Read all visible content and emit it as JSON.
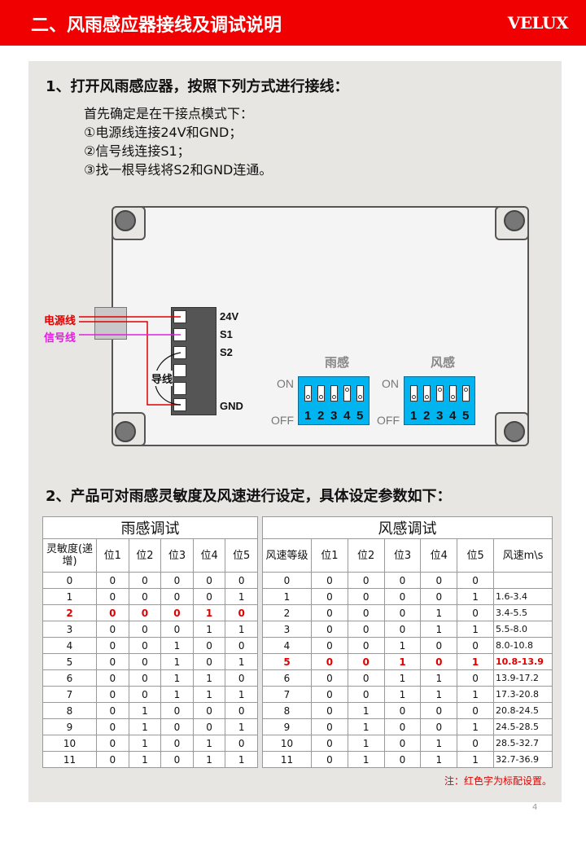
{
  "header": {
    "title": "二、风雨感应器接线及调试说明",
    "logo": "VELUX"
  },
  "section1": {
    "title": "1、打开风雨感应器，按照下列方式进行接线：",
    "steps": [
      "首先确定是在干接点模式下：",
      "①电源线连接24V和GND；",
      "②信号线连接S1；",
      "③找一根导线将S2和GND连通。"
    ]
  },
  "diagram": {
    "power_wire": "电源线",
    "signal_wire": "信号线",
    "jumper": "导线",
    "terminals": [
      "24V",
      "S1",
      "S2",
      "GND"
    ],
    "rain_label": "雨感",
    "wind_label": "风感",
    "on": "ON",
    "off": "OFF",
    "dip_numbers": [
      "1",
      "2",
      "3",
      "4",
      "5"
    ],
    "rain_switches": [
      0,
      0,
      0,
      1,
      0
    ],
    "wind_switches": [
      0,
      0,
      1,
      0,
      1
    ],
    "colors": {
      "power": "#e00000",
      "signal": "#e020e0"
    }
  },
  "section2": {
    "title": "2、产品可对雨感灵敏度及风速进行设定，具体设定参数如下："
  },
  "rain_table": {
    "title": "雨感调试",
    "headers": [
      "灵敏度(递增)",
      "位1",
      "位2",
      "位3",
      "位4",
      "位5"
    ],
    "highlight_row": 2,
    "rows": [
      [
        "0",
        "0",
        "0",
        "0",
        "0",
        "0"
      ],
      [
        "1",
        "0",
        "0",
        "0",
        "0",
        "1"
      ],
      [
        "2",
        "0",
        "0",
        "0",
        "1",
        "0"
      ],
      [
        "3",
        "0",
        "0",
        "0",
        "1",
        "1"
      ],
      [
        "4",
        "0",
        "0",
        "1",
        "0",
        "0"
      ],
      [
        "5",
        "0",
        "0",
        "1",
        "0",
        "1"
      ],
      [
        "6",
        "0",
        "0",
        "1",
        "1",
        "0"
      ],
      [
        "7",
        "0",
        "0",
        "1",
        "1",
        "1"
      ],
      [
        "8",
        "0",
        "1",
        "0",
        "0",
        "0"
      ],
      [
        "9",
        "0",
        "1",
        "0",
        "0",
        "1"
      ],
      [
        "10",
        "0",
        "1",
        "0",
        "1",
        "0"
      ],
      [
        "11",
        "0",
        "1",
        "0",
        "1",
        "1"
      ]
    ]
  },
  "wind_table": {
    "title": "风感调试",
    "headers": [
      "风速等级",
      "位1",
      "位2",
      "位3",
      "位4",
      "位5",
      "风速m\\s"
    ],
    "highlight_row": 5,
    "rows": [
      [
        "0",
        "0",
        "0",
        "0",
        "0",
        "0",
        ""
      ],
      [
        "1",
        "0",
        "0",
        "0",
        "0",
        "1",
        "1.6-3.4"
      ],
      [
        "2",
        "0",
        "0",
        "0",
        "1",
        "0",
        "3.4-5.5"
      ],
      [
        "3",
        "0",
        "0",
        "0",
        "1",
        "1",
        "5.5-8.0"
      ],
      [
        "4",
        "0",
        "0",
        "1",
        "0",
        "0",
        "8.0-10.8"
      ],
      [
        "5",
        "0",
        "0",
        "1",
        "0",
        "1",
        "10.8-13.9"
      ],
      [
        "6",
        "0",
        "0",
        "1",
        "1",
        "0",
        "13.9-17.2"
      ],
      [
        "7",
        "0",
        "0",
        "1",
        "1",
        "1",
        "17.3-20.8"
      ],
      [
        "8",
        "0",
        "1",
        "0",
        "0",
        "0",
        "20.8-24.5"
      ],
      [
        "9",
        "0",
        "1",
        "0",
        "0",
        "1",
        "24.5-28.5"
      ],
      [
        "10",
        "0",
        "1",
        "0",
        "1",
        "0",
        "28.5-32.7"
      ],
      [
        "11",
        "0",
        "1",
        "0",
        "1",
        "1",
        "32.7-36.9"
      ]
    ]
  },
  "note": "注：红色字为标配设置。",
  "page_number": "4"
}
